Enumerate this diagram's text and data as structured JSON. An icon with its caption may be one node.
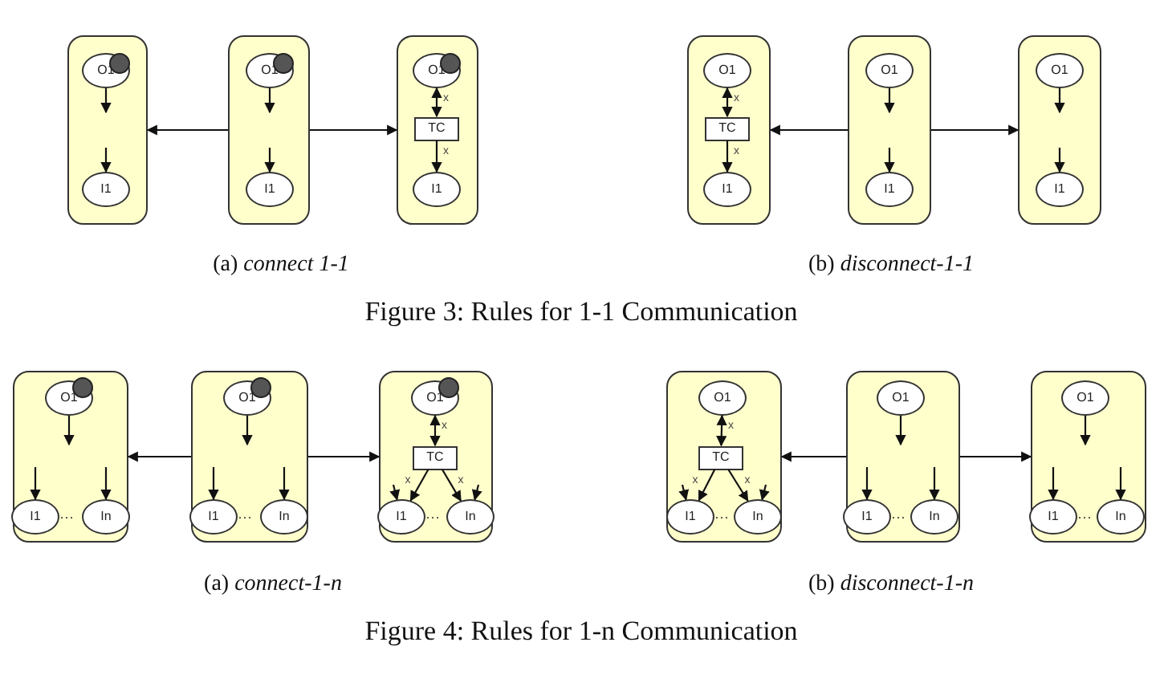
{
  "diagram": {
    "nodes": [
      {
        "text": [],
        "shape": "box"
      },
      {
        "text": [
          "O1"
        ],
        "in": 0
      },
      {
        "text": [],
        "shape": "circle",
        "in": 1
      },
      {
        "text": [
          "I1"
        ],
        "in": 0
      },
      {
        "text": [],
        "shape": "box"
      },
      {
        "text": [
          "O1"
        ],
        "in": 4
      },
      {
        "text": [],
        "shape": "circle",
        "in": 5
      },
      {
        "text": [
          "I1"
        ],
        "in": 4
      },
      {
        "text": [],
        "shape": "box"
      },
      {
        "text": [
          "O1"
        ],
        "in": 8
      },
      {
        "text": [],
        "shape": "circle",
        "in": 9
      },
      {
        "text": [
          "TC"
        ],
        "in": 8
      },
      {
        "text": [
          "I1"
        ],
        "in": 8
      },
      {
        "text": [],
        "shape": "box"
      },
      {
        "text": [
          "O1"
        ],
        "in": 13
      },
      {
        "text": [
          "TC"
        ],
        "in": 13
      },
      {
        "text": [
          "I1"
        ],
        "in": 13
      },
      {
        "text": [],
        "shape": "box"
      },
      {
        "text": [
          "O1"
        ],
        "in": 17
      },
      {
        "text": [
          "I1"
        ],
        "in": 17
      },
      {
        "text": [],
        "shape": "box"
      },
      {
        "text": [
          "O1"
        ],
        "in": 20
      },
      {
        "text": [
          "I1"
        ],
        "in": 20
      },
      {
        "text": [],
        "shape": "box"
      },
      {
        "text": [
          "O1"
        ],
        "in": 23
      },
      {
        "text": [],
        "shape": "circle",
        "in": 24
      },
      {
        "text": [
          "I1"
        ],
        "in": 23,
        "beside": [
          "···"
        ]
      },
      {
        "text": [
          "In"
        ],
        "in": 23
      },
      {
        "text": [],
        "shape": "box"
      },
      {
        "text": [
          "O1"
        ],
        "in": 28
      },
      {
        "text": [],
        "shape": "circle",
        "in": 29
      },
      {
        "text": [
          "I1"
        ],
        "in": 28,
        "beside": [
          "···"
        ]
      },
      {
        "text": [
          "In"
        ],
        "in": 28
      },
      {
        "text": [],
        "shape": "box"
      },
      {
        "text": [
          "O1"
        ],
        "in": 33
      },
      {
        "text": [],
        "shape": "circle",
        "in": 34
      },
      {
        "text": [
          "TC"
        ],
        "in": 33
      },
      {
        "text": [
          "I1"
        ],
        "in": 33,
        "beside": [
          "···"
        ]
      },
      {
        "text": [
          "In"
        ],
        "in": 33
      },
      {
        "text": [],
        "shape": "box"
      },
      {
        "text": [
          "O1"
        ],
        "in": 39
      },
      {
        "text": [
          "TC"
        ],
        "in": 39
      },
      {
        "text": [
          "I1"
        ],
        "in": 39,
        "beside": [
          "···"
        ]
      },
      {
        "text": [
          "In"
        ],
        "in": 39
      },
      {
        "text": [],
        "shape": "box"
      },
      {
        "text": [
          "O1"
        ],
        "in": 44
      },
      {
        "text": [
          "I1"
        ],
        "in": 44,
        "beside": [
          "···"
        ]
      },
      {
        "text": [
          "In"
        ],
        "in": 44
      },
      {
        "text": [],
        "shape": "box"
      },
      {
        "text": [
          "O1"
        ],
        "in": 48
      },
      {
        "text": [
          "I1"
        ],
        "in": 48,
        "beside": [
          "···"
        ]
      },
      {
        "text": [
          "In"
        ],
        "in": 48
      }
    ],
    "edges": [
      {
        "from": 4,
        "to": 0,
        "arrow": "to"
      },
      {
        "from": 4,
        "to": 8,
        "arrow": "to"
      },
      {
        "from": 1,
        "to": null,
        "arrow": "to"
      },
      {
        "from": null,
        "to": 3,
        "arrow": "to"
      },
      {
        "from": 5,
        "to": null,
        "arrow": "to"
      },
      {
        "from": null,
        "to": 7,
        "arrow": "to"
      },
      {
        "from": 9,
        "to": 11,
        "arrow": "both",
        "label": "x"
      },
      {
        "from": 11,
        "to": 12,
        "arrow": "to",
        "label": "x"
      },
      {
        "from": 17,
        "to": 13,
        "arrow": "to"
      },
      {
        "from": 17,
        "to": 20,
        "arrow": "to"
      },
      {
        "from": 14,
        "to": 15,
        "arrow": "both",
        "label": "x"
      },
      {
        "from": 15,
        "to": 16,
        "arrow": "to",
        "label": "x"
      },
      {
        "from": 18,
        "to": null,
        "arrow": "to"
      },
      {
        "from": null,
        "to": 19,
        "arrow": "to"
      },
      {
        "from": 21,
        "to": null,
        "arrow": "to"
      },
      {
        "from": null,
        "to": 22,
        "arrow": "to"
      },
      {
        "from": 28,
        "to": 23,
        "arrow": "to"
      },
      {
        "from": 28,
        "to": 33,
        "arrow": "to"
      },
      {
        "from": 24,
        "to": null,
        "arrow": "to"
      },
      {
        "from": null,
        "to": 26,
        "arrow": "to"
      },
      {
        "from": null,
        "to": 27,
        "arrow": "to"
      },
      {
        "from": 29,
        "to": null,
        "arrow": "to"
      },
      {
        "from": null,
        "to": 31,
        "arrow": "to"
      },
      {
        "from": null,
        "to": 32,
        "arrow": "to"
      },
      {
        "from": 34,
        "to": 36,
        "arrow": "both",
        "label": "x"
      },
      {
        "from": 36,
        "to": 37,
        "arrow": "to",
        "label": "x"
      },
      {
        "from": 36,
        "to": 38,
        "arrow": "to",
        "label": "x"
      },
      {
        "from": null,
        "to": 37,
        "arrow": "to"
      },
      {
        "from": null,
        "to": 38,
        "arrow": "to"
      },
      {
        "from": 44,
        "to": 39,
        "arrow": "to"
      },
      {
        "from": 44,
        "to": 48,
        "arrow": "to"
      },
      {
        "from": 40,
        "to": 41,
        "arrow": "both",
        "label": "x"
      },
      {
        "from": 41,
        "to": 42,
        "arrow": "to",
        "label": "x"
      },
      {
        "from": 41,
        "to": 43,
        "arrow": "to",
        "label": "x"
      },
      {
        "from": null,
        "to": 42,
        "arrow": "to"
      },
      {
        "from": null,
        "to": 43,
        "arrow": "to"
      },
      {
        "from": 45,
        "to": null,
        "arrow": "to"
      },
      {
        "from": null,
        "to": 46,
        "arrow": "to"
      },
      {
        "from": null,
        "to": 47,
        "arrow": "to"
      },
      {
        "from": 49,
        "to": null,
        "arrow": "to"
      },
      {
        "from": null,
        "to": 50,
        "arrow": "to"
      },
      {
        "from": null,
        "to": 51,
        "arrow": "to"
      }
    ],
    "labels": [
      "(a) *connect 1-1*",
      "(b) *disconnect-1-1*",
      "Figure 3: Rules for 1-1 Communication",
      "(a) *connect-1-n*",
      "(b) *disconnect-1-n*",
      "Figure 4: Rules for 1-n Communication"
    ]
  }
}
